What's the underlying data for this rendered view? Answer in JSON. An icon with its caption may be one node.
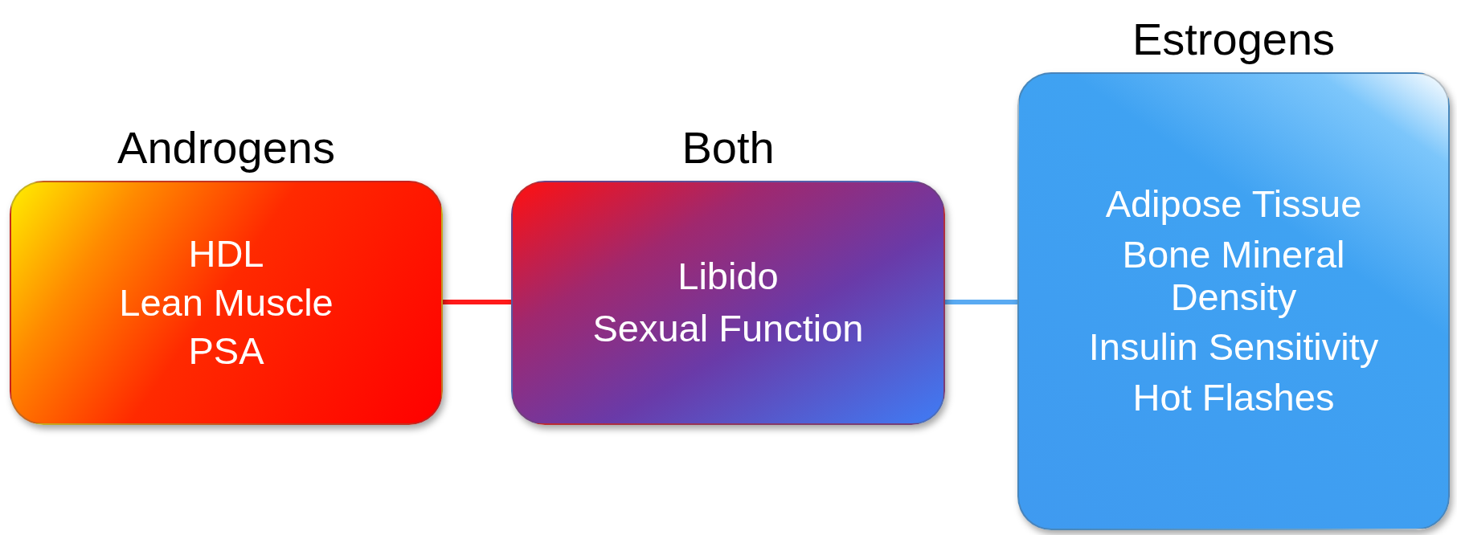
{
  "diagram": {
    "nodes": [
      {
        "text": [
          "Androgens",
          "HDL",
          "Lean Muscle",
          "PSA"
        ]
      },
      {
        "text": [
          "Both",
          "Libido",
          "Sexual Function"
        ]
      },
      {
        "text": [
          "Estrogens",
          "Adipose Tissue",
          "Bone Mineral Density",
          "Insulin Sensitivity",
          "Hot Flashes"
        ]
      }
    ],
    "edges": [
      {
        "from": 0,
        "to": 1,
        "arrow": "none",
        "color": "#ff1a1a"
      },
      {
        "from": 1,
        "to": 2,
        "arrow": "none",
        "color": "#5aaaf2"
      }
    ]
  }
}
